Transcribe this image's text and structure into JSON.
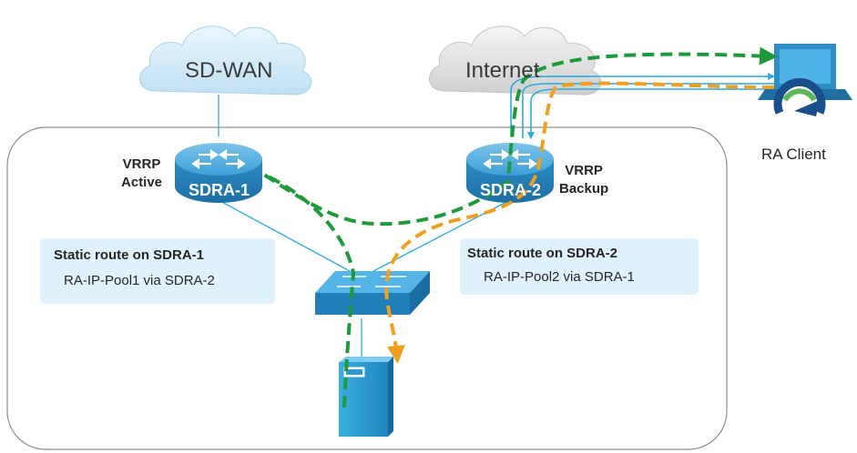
{
  "clouds": {
    "sdwan": "SD-WAN",
    "internet": "Internet"
  },
  "routers": {
    "r1": {
      "name": "SDRA-1",
      "role_line1": "VRRP",
      "role_line2": "Active"
    },
    "r2": {
      "name": "SDRA-2",
      "role_line1": "VRRP",
      "role_line2": "Backup"
    }
  },
  "callouts": {
    "c1": {
      "title": "Static route on SDRA-1",
      "detail": "RA-IP-Pool1 via SDRA-2"
    },
    "c2": {
      "title": "Static route on SDRA-2",
      "detail": "RA-IP-Pool2 via SDRA-1"
    }
  },
  "client": {
    "label": "RA Client"
  },
  "colors": {
    "cloud_blue": "#d6ecf8",
    "cloud_gray": "#e6e6e6",
    "router_blue": "#2f8fc4",
    "link_line": "#29abe2",
    "green_path": "#1f9a3a",
    "orange_path": "#f0a020",
    "site_border": "#8c8c8c"
  }
}
